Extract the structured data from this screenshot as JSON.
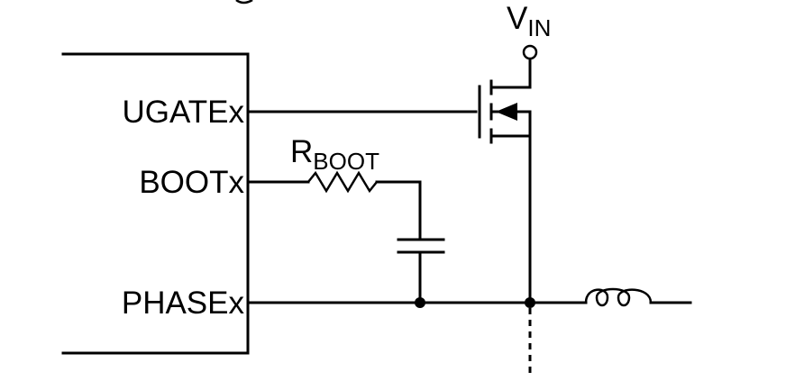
{
  "pins": {
    "ugate": "UGATEx",
    "boot": "BOOTx",
    "phase": "PHASEx"
  },
  "vin": {
    "main": "V",
    "sub": "IN"
  },
  "rboot": {
    "main": "R",
    "sub": "BOOT"
  }
}
